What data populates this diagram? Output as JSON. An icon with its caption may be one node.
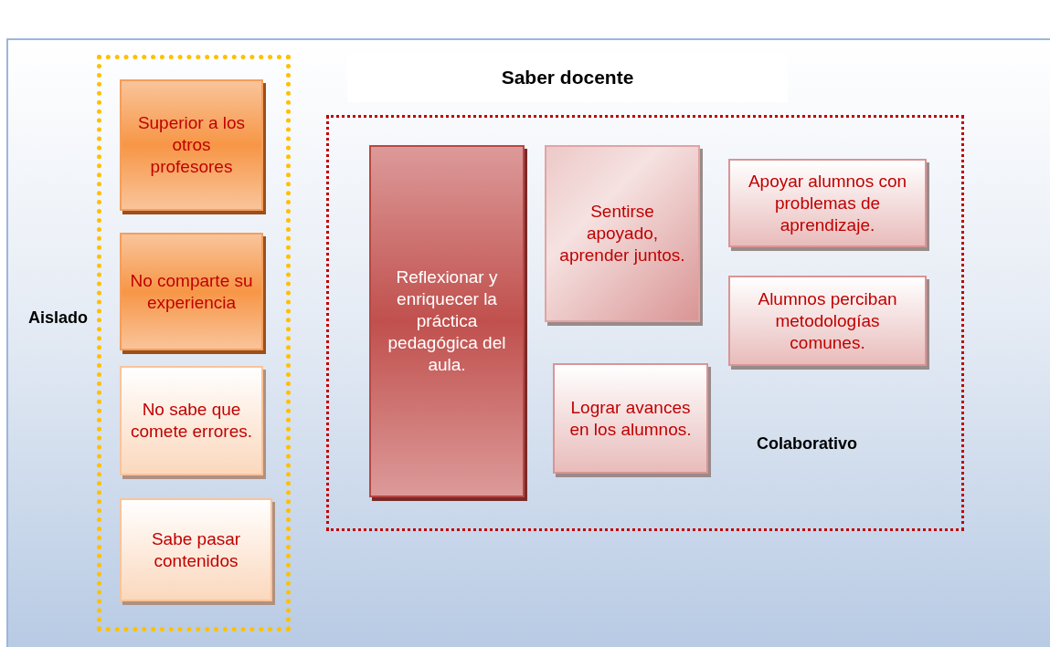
{
  "diagram": {
    "title": "Saber docente",
    "nodes": [
      {
        "text": [
          "Aislado"
        ]
      },
      {
        "text": [
          "Superior a los otros profesores"
        ],
        "in": 0
      },
      {
        "text": [
          "No comparte su experiencia"
        ],
        "in": 0
      },
      {
        "text": [
          "No sabe que comete errores."
        ],
        "in": 0
      },
      {
        "text": [
          "Sabe pasar contenidos"
        ],
        "in": 0
      },
      {
        "text": [
          "Colaborativo"
        ]
      },
      {
        "text": [
          "Reflexionar y enriquecer la práctica pedagógica del aula."
        ],
        "in": 5
      },
      {
        "text": [
          "Sentirse apoyado, aprender juntos."
        ],
        "in": 5
      },
      {
        "text": [
          "Apoyar alumnos con problemas de aprendizaje."
        ],
        "in": 5
      },
      {
        "text": [
          "Alumnos perciban metodologías comunes."
        ],
        "in": 5
      },
      {
        "text": [
          "Lograr avances en los alumnos."
        ],
        "in": 5
      }
    ]
  }
}
